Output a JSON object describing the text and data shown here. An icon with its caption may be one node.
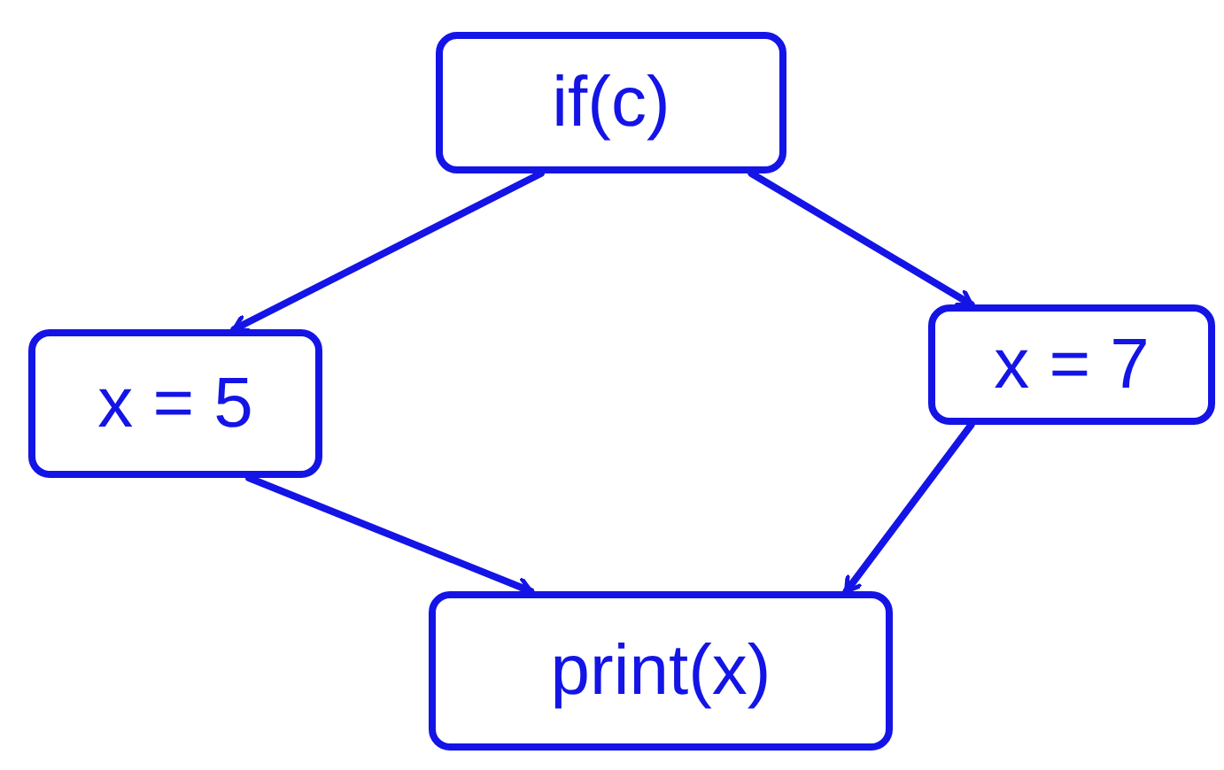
{
  "diagram": {
    "nodes": [
      {
        "text": [
          "if(c)"
        ]
      },
      {
        "text": [
          "x = 5"
        ]
      },
      {
        "text": [
          "x = 7"
        ]
      },
      {
        "text": [
          "print(x)"
        ]
      }
    ],
    "edges": [
      {
        "from": 0,
        "to": 1,
        "arrow": "to"
      },
      {
        "from": 0,
        "to": 2,
        "arrow": "to"
      },
      {
        "from": 1,
        "to": 3,
        "arrow": "to"
      },
      {
        "from": 2,
        "to": 3,
        "arrow": "to"
      }
    ]
  }
}
